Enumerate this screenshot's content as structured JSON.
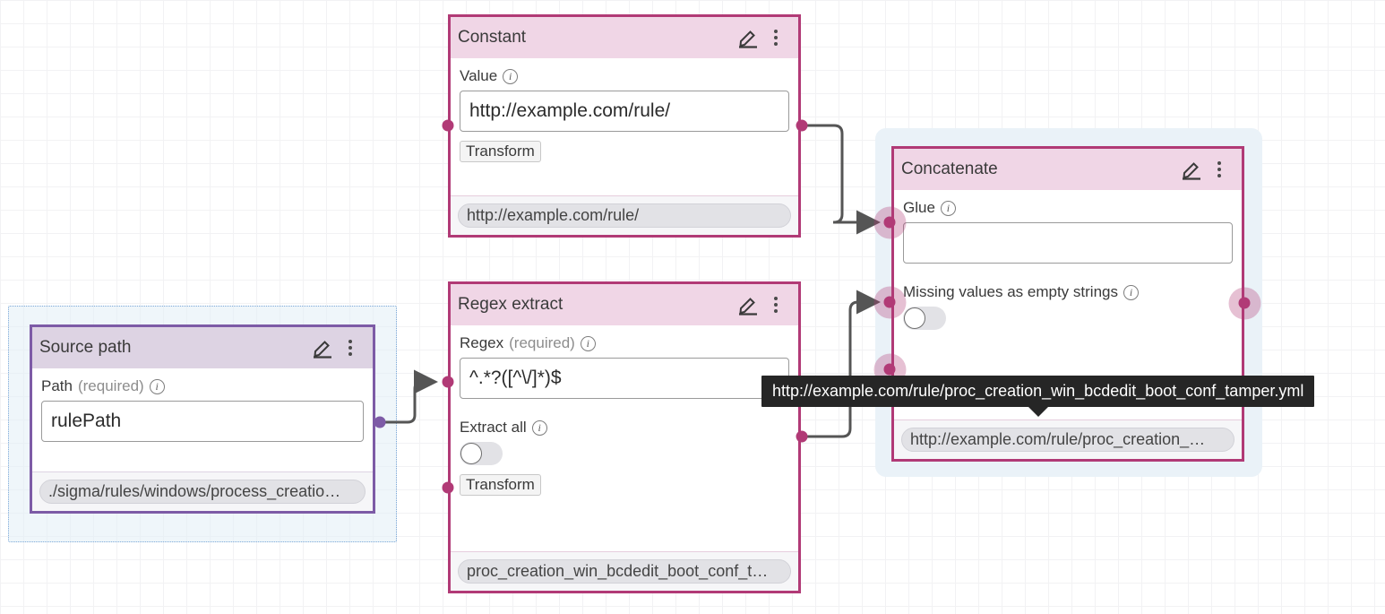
{
  "canvas": {
    "grid": true,
    "background_color": "#ffffff",
    "grid_color": "#e8e8ec"
  },
  "colors": {
    "node_accent": "#b13a76",
    "node_header_bg": "#f0d6e6",
    "source_accent": "#7d5ba6",
    "source_header_bg": "#ddd3e3",
    "selection_border": "#7aa7d8",
    "tooltip_bg": "#262626"
  },
  "nodes": [
    {
      "id": "source-path",
      "title": "Source path",
      "accent": "purple",
      "selected": true,
      "edit_icon": "pencil-icon",
      "menu_icon": "kebab-menu-icon",
      "fields": [
        {
          "kind": "text",
          "label": "Path",
          "required_text": "(required)",
          "info_icon": "info-icon",
          "value": "rulePath",
          "placeholder": ""
        }
      ],
      "output_chip": "./sigma/rules/windows/process_creatio…"
    },
    {
      "id": "constant",
      "title": "Constant",
      "accent": "pink",
      "selected": false,
      "edit_icon": "pencil-icon",
      "menu_icon": "kebab-menu-icon",
      "fields": [
        {
          "kind": "text",
          "label": "Value",
          "required_text": "",
          "info_icon": "info-icon",
          "value": "http://example.com/rule/",
          "placeholder": ""
        }
      ],
      "transform_label": "Transform",
      "output_chip": "http://example.com/rule/"
    },
    {
      "id": "regex-extract",
      "title": "Regex extract",
      "accent": "pink",
      "selected": false,
      "edit_icon": "pencil-icon",
      "menu_icon": "kebab-menu-icon",
      "fields": [
        {
          "kind": "text",
          "label": "Regex",
          "required_text": "(required)",
          "info_icon": "info-icon",
          "value": "^.*?([^\\/]*)$",
          "placeholder": ""
        },
        {
          "kind": "toggle",
          "label": "Extract all",
          "required_text": "",
          "info_icon": "info-icon",
          "value": "off"
        }
      ],
      "transform_label": "Transform",
      "output_chip": "proc_creation_win_bcdedit_boot_conf_t…"
    },
    {
      "id": "concatenate",
      "title": "Concatenate",
      "accent": "pink",
      "selected": false,
      "hovered": true,
      "edit_icon": "pencil-icon",
      "menu_icon": "kebab-menu-icon",
      "fields": [
        {
          "kind": "text",
          "label": "Glue",
          "required_text": "",
          "info_icon": "info-icon",
          "value": "",
          "placeholder": ""
        },
        {
          "kind": "toggle",
          "label": "Missing values as empty strings",
          "required_text": "",
          "info_icon": "info-icon",
          "value": "off"
        }
      ],
      "output_chip": "http://example.com/rule/proc_creation_…"
    }
  ],
  "tooltip": {
    "text": "http://example.com/rule/proc_creation_win_bcdedit_boot_conf_tamper.yml"
  }
}
